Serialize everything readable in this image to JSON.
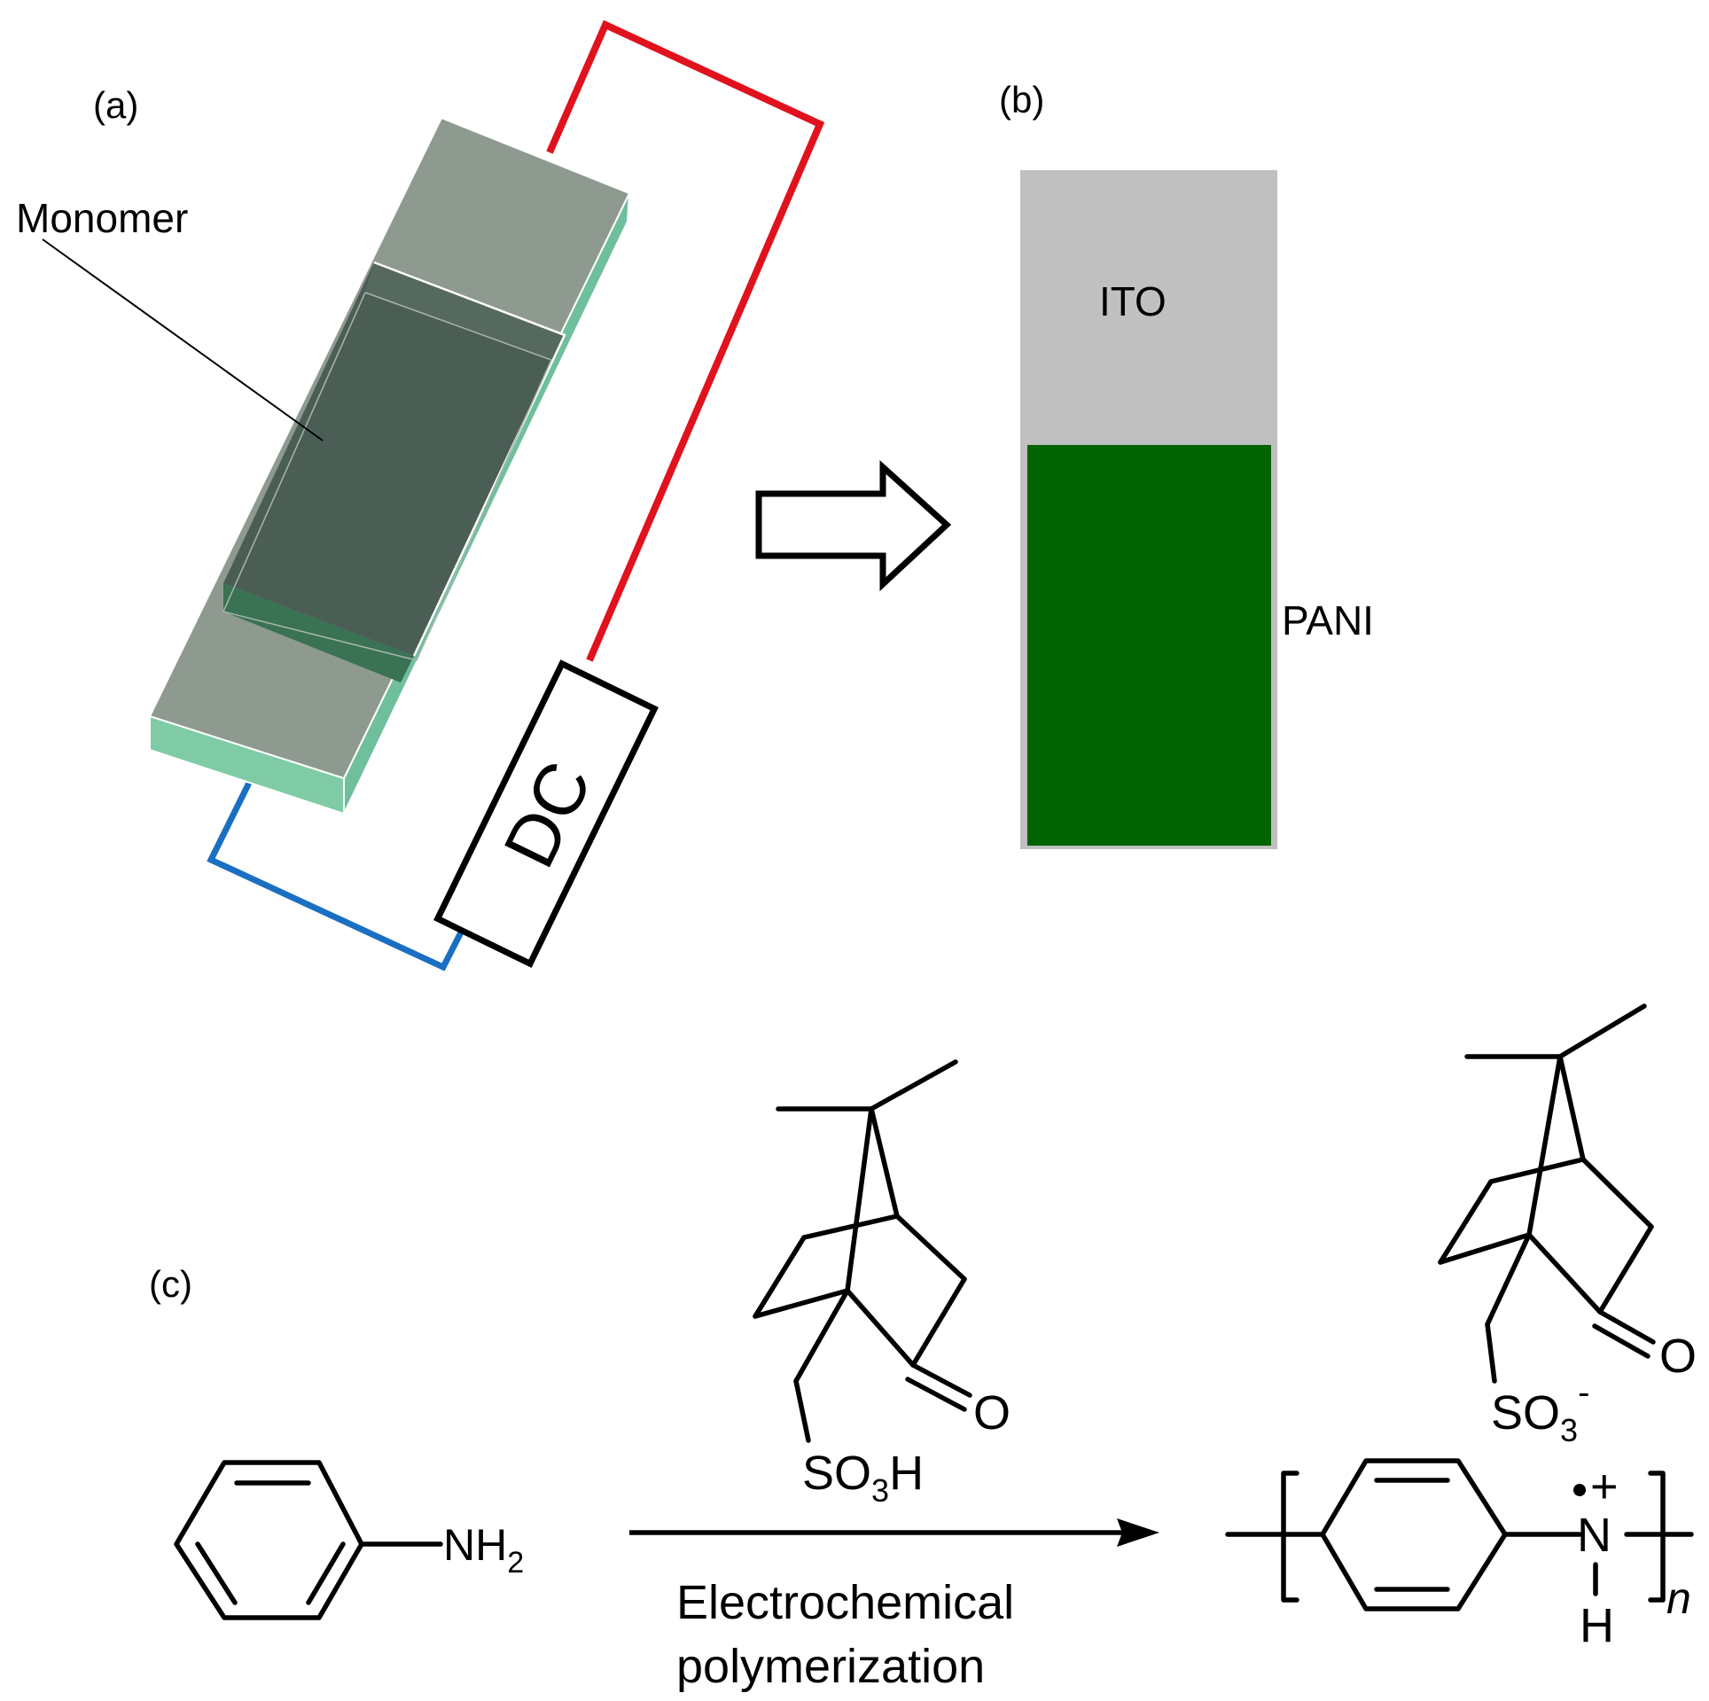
{
  "panels": {
    "a": "(a)",
    "b": "(b)",
    "c": "(c)"
  },
  "cell": {
    "monomer_label": "Monomer",
    "power_label": "DC"
  },
  "film": {
    "top_label": "ITO",
    "bottom_label": "PANI"
  },
  "reaction": {
    "reactant_group": "NH",
    "reactant_sub": "2",
    "acid_main": "SO",
    "acid_sub": "3",
    "acid_end": "H",
    "acid_o": "O",
    "arrow_line1": "Electrochemical",
    "arrow_line2": "polymerization",
    "anion_main": "SO",
    "anion_sub": "3",
    "anion_charge": "-",
    "anion_o": "O",
    "product_n": "N",
    "product_charge": "+",
    "product_h": "H",
    "product_repeat": "n"
  },
  "colors": {
    "anode_wire": "#e0121d",
    "cathode_wire": "#1a6fc2",
    "glass": "#8e9a90",
    "glass_edge": "#6fbf9c",
    "monomer_fill": "#4b5e56",
    "ito": "#c0c0c0",
    "pani": "#006400"
  }
}
